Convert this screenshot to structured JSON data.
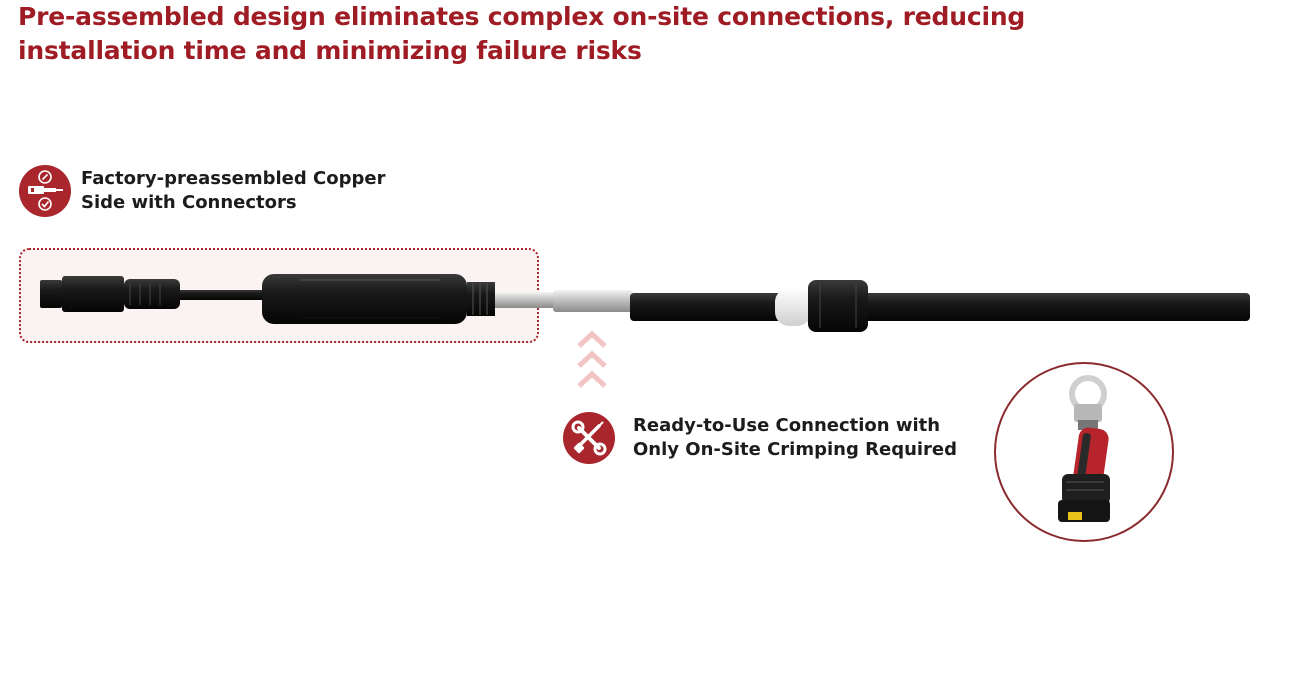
{
  "headline": "Pre-assembled design eliminates complex on-site connections, reducing installation time and minimizing failure risks",
  "callouts": {
    "factory": {
      "line1": "Factory-preassembled Copper",
      "line2": "Side with Connectors",
      "icon": "connector-check-icon"
    },
    "ready": {
      "line1": "Ready-to-Use Connection with",
      "line2": "Only On-Site Crimping Required",
      "icon": "wrench-screwdriver-icon"
    }
  },
  "colors": {
    "brand": "#a01c24",
    "icon_bg": "#a8262c",
    "highlight_bg": "#fbf2f2",
    "chevron": "#f2c4c4"
  },
  "images": {
    "cable": "pre-assembled-cable-with-connectors",
    "tool": "battery-crimping-tool"
  }
}
